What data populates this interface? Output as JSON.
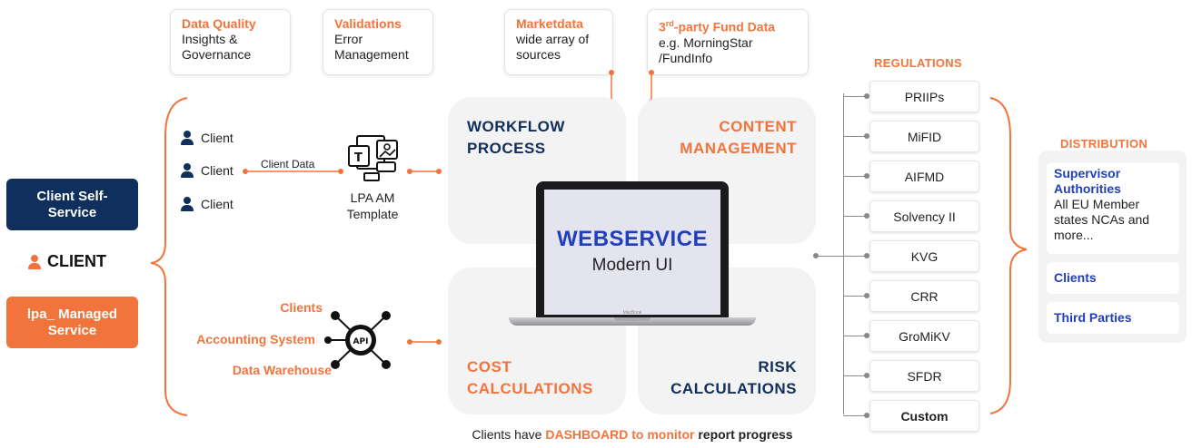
{
  "top_cards": [
    {
      "heading": "Data Quality",
      "text": [
        "Insights &",
        "Governance"
      ]
    },
    {
      "heading": "Validations",
      "text": [
        "Error",
        "Management"
      ]
    },
    {
      "heading": "Marketdata",
      "text": [
        "wide array of",
        "sources"
      ]
    },
    {
      "heading_main": "3",
      "heading_sup": "rd",
      "heading_rest": "-party Fund Data",
      "text": [
        "e.g. MorningStar",
        "/FundInfo"
      ]
    }
  ],
  "left": {
    "self_service": "Client Self-Service",
    "client": "CLIENT",
    "managed_service": "lpa_ Managed Service"
  },
  "clients": [
    "Client",
    "Client",
    "Client"
  ],
  "client_data_label": "Client Data",
  "template_label": [
    "LPA AM",
    "Template"
  ],
  "sources": [
    "Clients",
    "Accounting System",
    "Data Warehouse"
  ],
  "api_label": "API",
  "quadrants": {
    "workflow": [
      "WORKFLOW",
      "PROCESS"
    ],
    "content": [
      "CONTENT",
      "MANAGEMENT"
    ],
    "cost": [
      "COST",
      "CALCULATIONS"
    ],
    "risk": [
      "RISK",
      "CALCULATIONS"
    ]
  },
  "webservice": {
    "title": "WEBSERVICE",
    "subtitle": "Modern UI",
    "brand": "MacBook"
  },
  "regulations": {
    "heading": "REGULATIONS",
    "items": [
      "PRIIPs",
      "MiFID",
      "AIFMD",
      "Solvency II",
      "KVG",
      "CRR",
      "GroMiKV",
      "SFDR",
      "Custom"
    ]
  },
  "distribution": {
    "heading": "DISTRIBUTION",
    "supervisor_title": [
      "Supervisor",
      "Authorities"
    ],
    "supervisor_text": [
      "All EU Member",
      "states NCAs and",
      "more..."
    ],
    "clients": "Clients",
    "third_parties": "Third Parties"
  },
  "footer": {
    "pre": "Clients have ",
    "highlight": "DASHBOARD to monitor",
    "post": " report progress"
  },
  "colors": {
    "orange": "#f2743d",
    "navy": "#0f2f5c",
    "blue": "#1f3fbf",
    "panel": "#f3f3f3"
  }
}
